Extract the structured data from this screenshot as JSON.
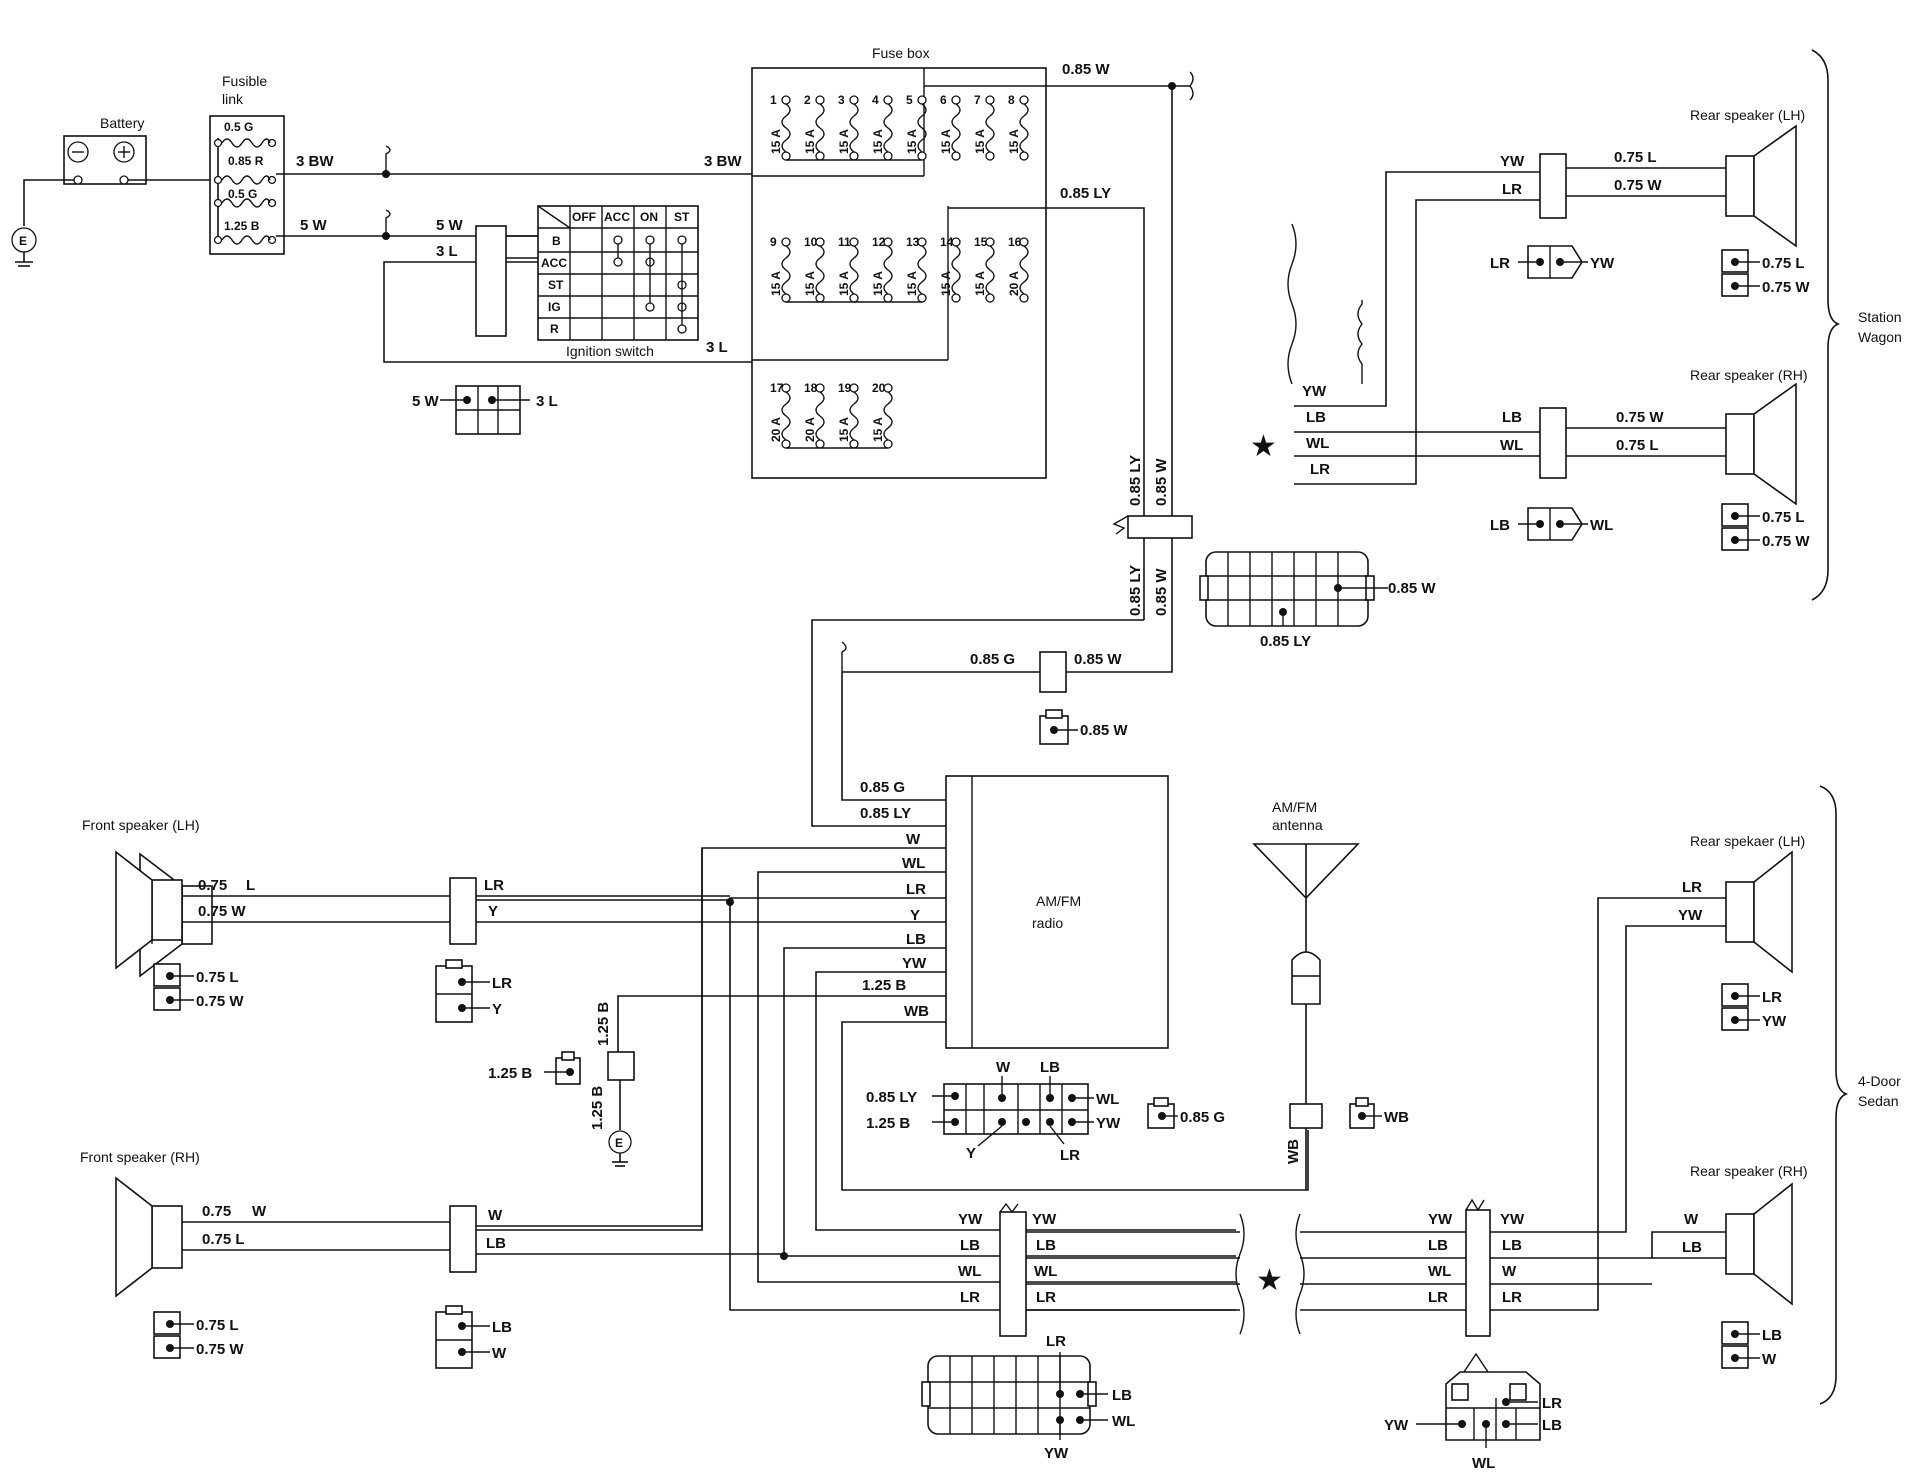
{
  "components": {
    "battery": "Battery",
    "fusible_link": [
      "Fusible",
      "link"
    ],
    "fuse_box": "Fuse box",
    "ignition_switch": "Ignition switch",
    "am_fm_radio": [
      "AM/FM",
      "radio"
    ],
    "am_fm_antenna": [
      "AM/FM",
      "antenna"
    ],
    "front_speaker_lh": "Front speaker (LH)",
    "front_speaker_rh": "Front speaker (RH)",
    "rear_speaker_lh_wagon": "Rear speaker (LH)",
    "rear_speaker_rh_wagon": "Rear speaker (RH)",
    "rear_speaker_lh_sedan": "Rear spekaer (LH)",
    "rear_speaker_rh_sedan": "Rear speaker (RH)",
    "station_wagon": [
      "Station",
      "Wagon"
    ],
    "four_door_sedan": [
      "4-Door",
      "Sedan"
    ],
    "ground": "E"
  },
  "fusible_link_ratings": [
    "0.5 G",
    "0.85 R",
    "0.5 G",
    "1.25 B"
  ],
  "ignition_table": {
    "columns": [
      "OFF",
      "ACC",
      "ON",
      "ST"
    ],
    "rows": [
      "B",
      "ACC",
      "ST",
      "IG",
      "R"
    ]
  },
  "fuses": [
    {
      "num": "1",
      "rating": "15 A"
    },
    {
      "num": "2",
      "rating": "15 A"
    },
    {
      "num": "3",
      "rating": "15 A"
    },
    {
      "num": "4",
      "rating": "15 A"
    },
    {
      "num": "5",
      "rating": "15 A"
    },
    {
      "num": "6",
      "rating": "15 A"
    },
    {
      "num": "7",
      "rating": "15 A"
    },
    {
      "num": "8",
      "rating": "15 A"
    },
    {
      "num": "9",
      "rating": "15 A"
    },
    {
      "num": "10",
      "rating": "15 A"
    },
    {
      "num": "11",
      "rating": "15 A"
    },
    {
      "num": "12",
      "rating": "15 A"
    },
    {
      "num": "13",
      "rating": "15 A"
    },
    {
      "num": "14",
      "rating": "15 A"
    },
    {
      "num": "15",
      "rating": "15 A"
    },
    {
      "num": "16",
      "rating": "20 A"
    },
    {
      "num": "17",
      "rating": "20 A"
    },
    {
      "num": "18",
      "rating": "20 A"
    },
    {
      "num": "19",
      "rating": "15 A"
    },
    {
      "num": "20",
      "rating": "15 A"
    }
  ],
  "wires": {
    "w3bw": "3 BW",
    "w5w": "5 W",
    "w3l": "3 L",
    "w085w": "0.85 W",
    "w085ly": "0.85 LY",
    "w085g": "0.85 G",
    "w125b": "1.25 B",
    "w075l": "0.75 L",
    "w075w": "0.75 W",
    "wbare075": "0.75",
    "L": "L",
    "W": "W"
  },
  "colors": [
    "W",
    "WL",
    "LR",
    "Y",
    "LB",
    "YW",
    "WB",
    "G",
    "LY"
  ],
  "radio_pins": [
    "0.85 G",
    "0.85 LY",
    "W",
    "WL",
    "LR",
    "Y",
    "LB",
    "YW",
    "1.25 B",
    "WB"
  ],
  "star": "★"
}
